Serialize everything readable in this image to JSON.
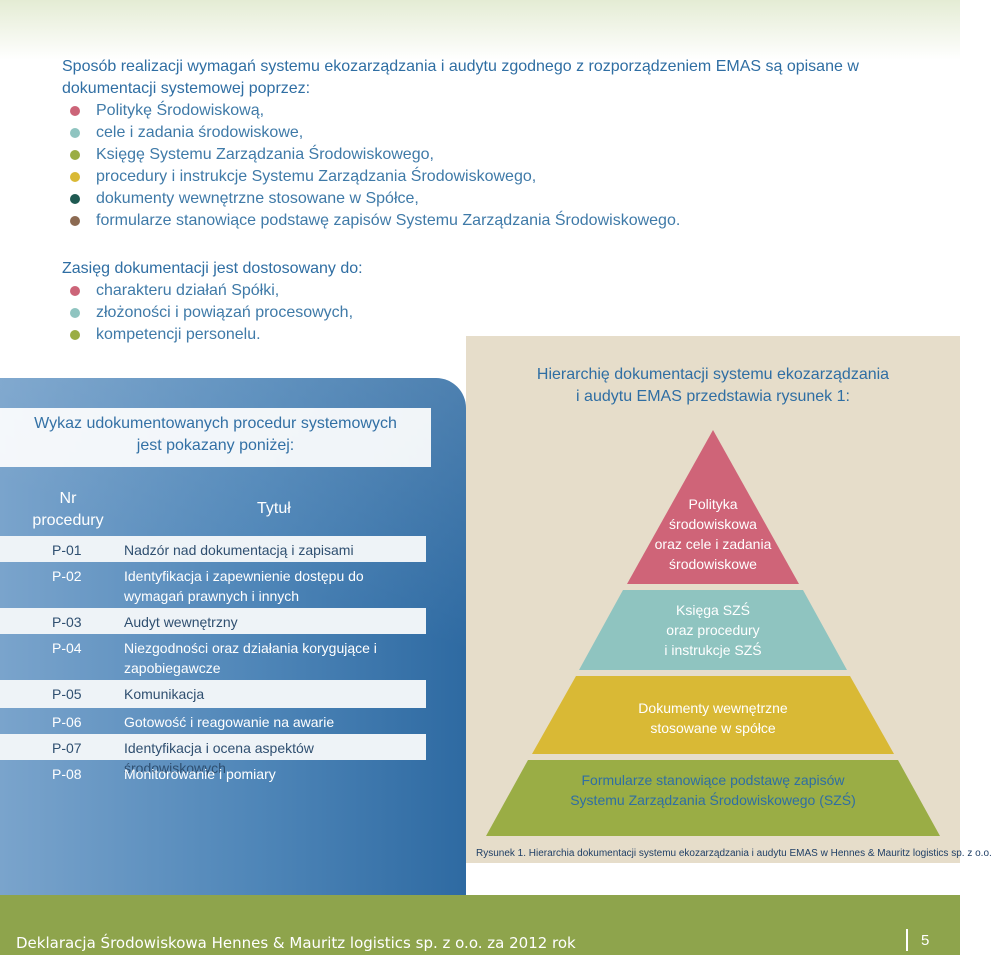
{
  "intro": {
    "text": "Sposób realizacji wymagań systemu ekozarządzania i audytu zgodnego z rozporządzeniem EMAS są opisane w dokumentacji systemowej poprzez:",
    "items": [
      {
        "label": "Politykę Środowiskową,",
        "color": "#cc6478"
      },
      {
        "label": "cele i zadania środowiskowe,",
        "color": "#8fc4c0"
      },
      {
        "label": "Księgę Systemu Zarządzania Środowiskowego,",
        "color": "#9aad45"
      },
      {
        "label": "procedury i instrukcje Systemu Zarządzania Środowiskowego,",
        "color": "#d9b935"
      },
      {
        "label": "dokumenty wewnętrzne stosowane w Spółce,",
        "color": "#1f5a52"
      },
      {
        "label": "formularze stanowiące podstawę zapisów Systemu Zarządzania Środowiskowego.",
        "color": "#8c6a52"
      }
    ]
  },
  "scope": {
    "text": "Zasięg dokumentacji jest dostosowany do:",
    "items": [
      {
        "label": "charakteru działań Spółki,",
        "color": "#cc6478"
      },
      {
        "label": "złożoności i powiązań procesowych,",
        "color": "#8fc4c0"
      },
      {
        "label": "kompetencji personelu.",
        "color": "#9aad45"
      }
    ]
  },
  "procedures": {
    "heading_line1": "Wykaz udokumentowanych procedur systemowych",
    "heading_line2": "jest pokazany poniżej:",
    "col_nr_line1": "Nr",
    "col_nr_line2": "procedury",
    "col_title": "Tytuł",
    "rows": [
      {
        "nr": "P-01",
        "title": "Nadzór nad dokumentacją i zapisami"
      },
      {
        "nr": "P-02",
        "title": "Identyfikacja i zapewnienie dostępu do wymagań prawnych i innych"
      },
      {
        "nr": "P-03",
        "title": "Audyt wewnętrzny"
      },
      {
        "nr": "P-04",
        "title": "Niezgodności oraz działania korygujące i zapobiegawcze"
      },
      {
        "nr": "P-05",
        "title": "Komunikacja"
      },
      {
        "nr": "P-06",
        "title": "Gotowość i reagowanie na awarie"
      },
      {
        "nr": "P-07",
        "title": "Identyfikacja i ocena aspektów środowiskowych"
      },
      {
        "nr": "P-08",
        "title": "Monitorowanie i pomiary"
      }
    ]
  },
  "hierarchy": {
    "heading_line1": "Hierarchię dokumentacji systemu ekozarządzania",
    "heading_line2": "i audytu EMAS przedstawia rysunek 1:",
    "levels": [
      {
        "lines": [
          "Polityka",
          "środowiskowa",
          "oraz cele i zadania",
          "środowiskowe"
        ],
        "color": "#cf6478",
        "text_color": "#ffffff"
      },
      {
        "lines": [
          "Księga SZŚ",
          "oraz procedury",
          "i instrukcje SZŚ"
        ],
        "color": "#8fc4c0",
        "text_color": "#ffffff"
      },
      {
        "lines": [
          "Dokumenty wewnętrzne",
          "stosowane w spółce"
        ],
        "color": "#d9b935",
        "text_color": "#ffffff"
      },
      {
        "lines": [
          "Formularze stanowiące podstawę zapisów",
          "Systemu Zarządzania Środowiskowego (SZŚ)"
        ],
        "color": "#9aad45",
        "text_color": "#ffffff"
      }
    ],
    "caption": "Rysunek 1. Hierarchia dokumentacji systemu ekozarządzania i audytu EMAS w Hennes & Mauritz logistics sp. z o.o."
  },
  "footer": {
    "text": "Deklaracja Środowiskowa Hennes & Mauritz logistics sp. z o.o. za 2012 rok",
    "page": "5"
  }
}
